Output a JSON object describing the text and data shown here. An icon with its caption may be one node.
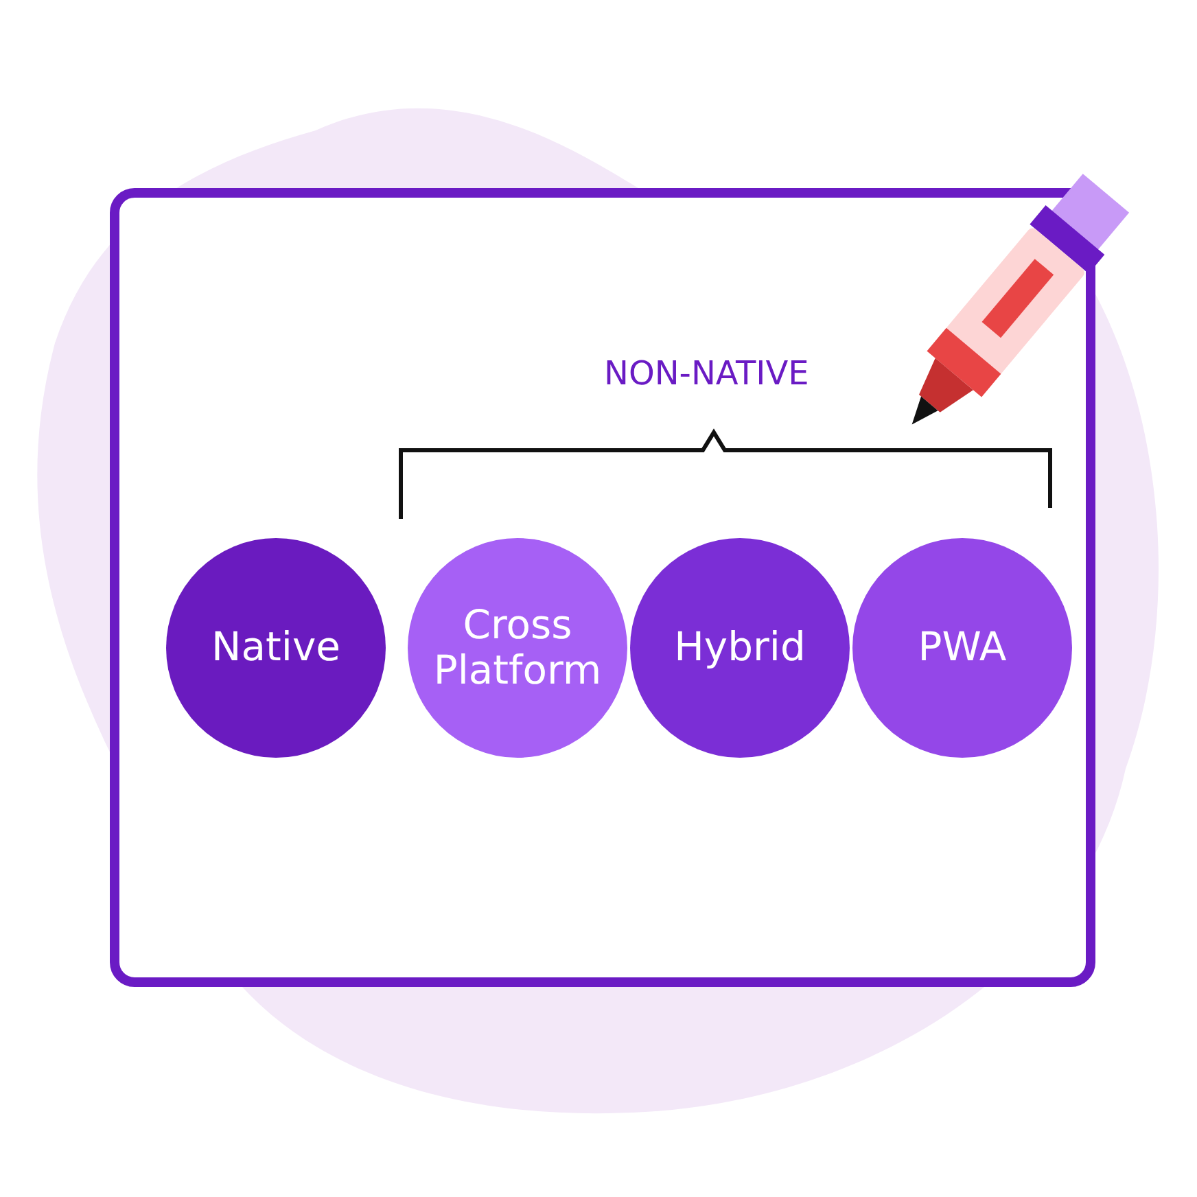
{
  "diagram": {
    "nodes": [
      {
        "text": [],
        "shape": "box"
      },
      {
        "text": [
          "Native"
        ],
        "in": 0
      },
      {
        "text": [
          "Cross Platform"
        ],
        "in": 0
      },
      {
        "text": [
          "Hybrid"
        ],
        "in": 0
      },
      {
        "text": [
          "PWA"
        ],
        "in": 0
      }
    ],
    "labels": [
      "NON-NATIVE"
    ]
  }
}
